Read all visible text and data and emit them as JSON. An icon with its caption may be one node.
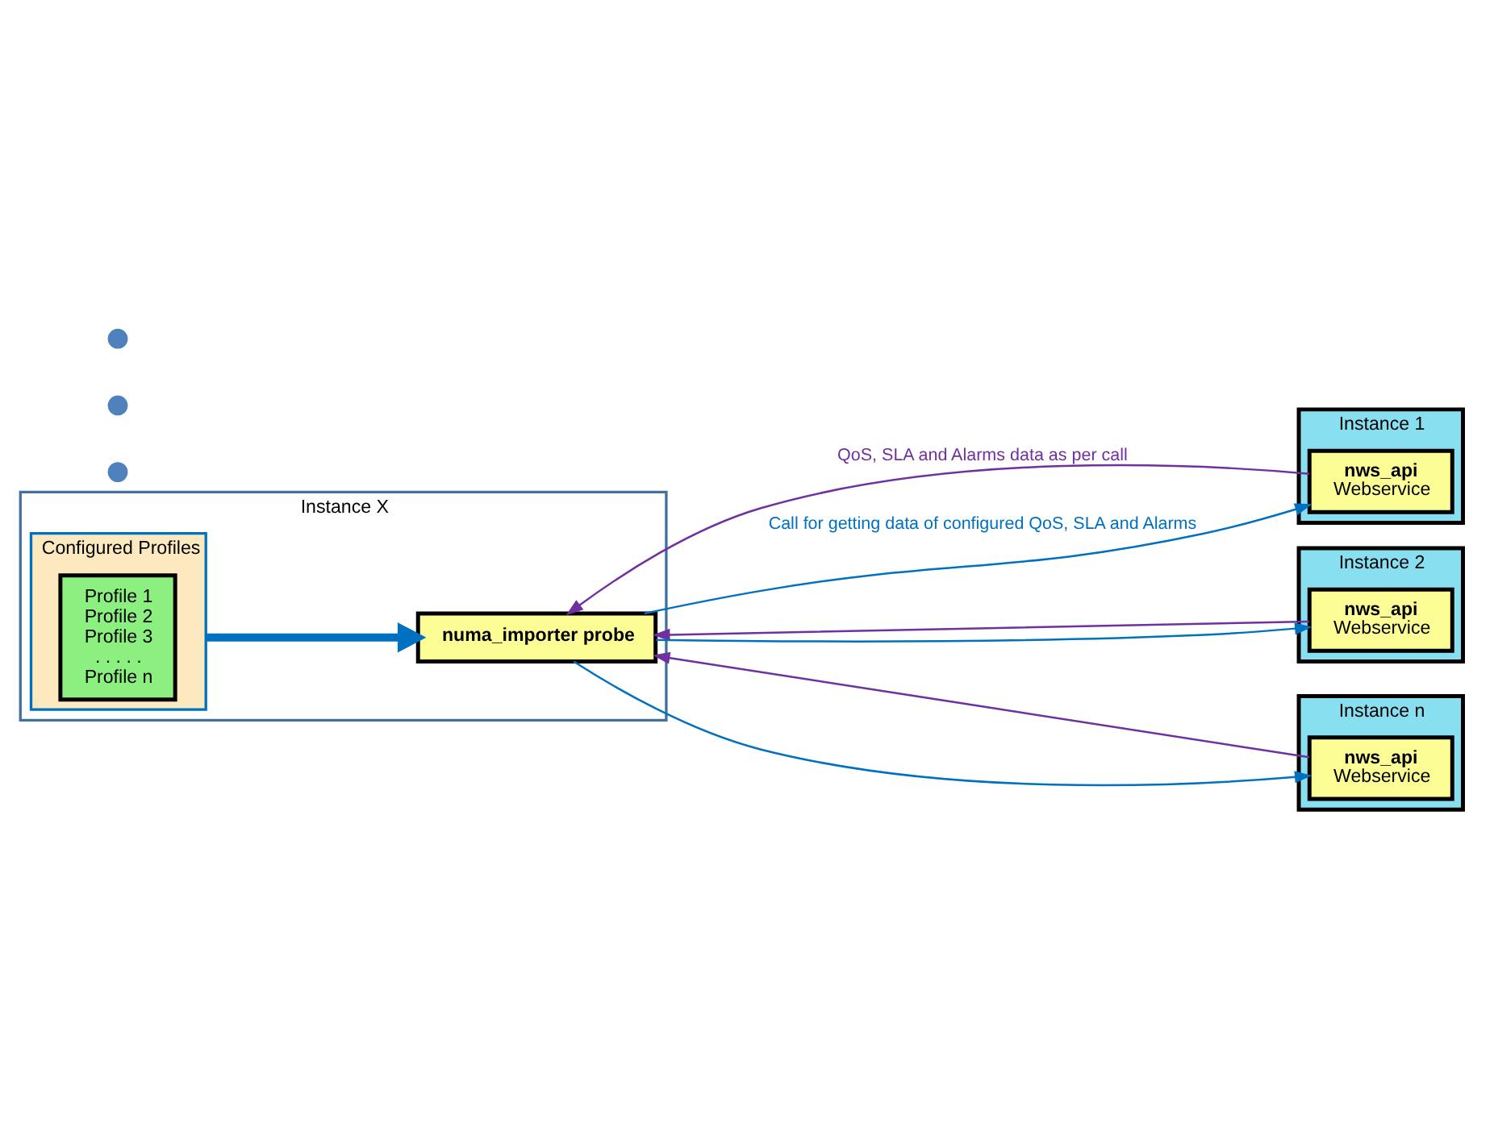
{
  "diagram": {
    "nodes": [
      {
        "text": [
          "Instance 1"
        ]
      },
      {
        "text": [
          "nws_api",
          "Webservice"
        ],
        "in": 0
      },
      {
        "text": [
          "Instance 2"
        ]
      },
      {
        "text": [
          "nws_api",
          "Webservice"
        ],
        "in": 2
      },
      {
        "text": [],
        "shape": "circle"
      },
      {
        "text": [],
        "shape": "circle"
      },
      {
        "text": [],
        "shape": "circle"
      },
      {
        "text": [
          "Instance n"
        ]
      },
      {
        "text": [
          "nws_api",
          "Webservice"
        ],
        "in": 7
      },
      {
        "text": [
          "Instance X"
        ]
      },
      {
        "text": [
          "numa_importer probe"
        ],
        "in": 9
      },
      {
        "text": [
          "Configured Profiles"
        ],
        "in": 9
      },
      {
        "text": [
          "Profile 1",
          "Profile 2",
          "Profile 3",
          ". . . . .",
          "Profile n"
        ],
        "in": 11
      }
    ],
    "edges": [
      {
        "from": 10,
        "to": 1,
        "arrow": "to",
        "color": "#0070c0",
        "label": "Call for getting data of configured QoS, SLA and Alarms"
      },
      {
        "from": 1,
        "to": 10,
        "arrow": "to",
        "color": "#7030a0",
        "label": "QoS, SLA and Alarms data as per call"
      },
      {
        "from": 10,
        "to": 3,
        "arrow": "to",
        "color": "#0070c0"
      },
      {
        "from": 3,
        "to": 10,
        "arrow": "to",
        "color": "#7030a0"
      },
      {
        "from": 10,
        "to": 8,
        "arrow": "to",
        "color": "#0070c0"
      },
      {
        "from": 8,
        "to": 10,
        "arrow": "to",
        "color": "#7030a0"
      },
      {
        "from": 11,
        "to": 10,
        "arrow": "to",
        "style": "thick",
        "color": "#0070c0"
      }
    ]
  }
}
